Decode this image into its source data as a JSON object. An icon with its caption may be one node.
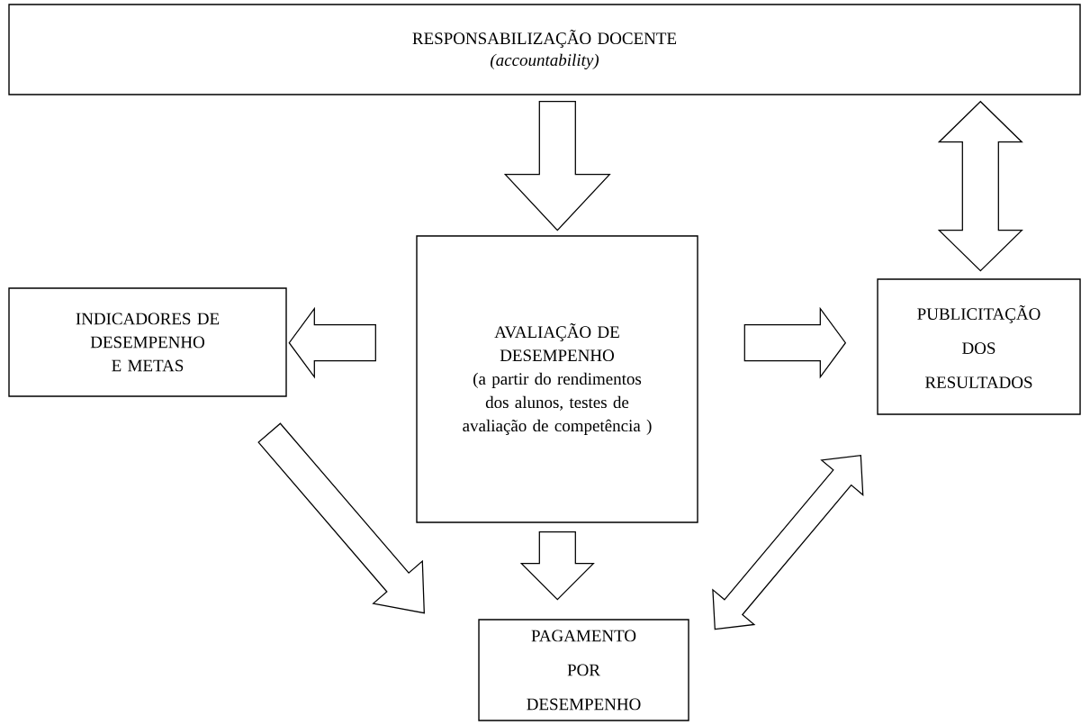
{
  "diagram": {
    "nodes": [
      {
        "text": [
          "RESPONSABILIZAÇÃO DOCENTE",
          "(accountability)"
        ]
      },
      {
        "text": [
          "AVALIAÇÃO DE DESEMPENHO",
          "(a partir do rendimentos dos alunos, testes de avaliação de competência )"
        ]
      },
      {
        "text": [
          "INDICADORES DE DESEMPENHO E METAS"
        ]
      },
      {
        "text": [
          "PUBLICITAÇÃO DOS RESULTADOS"
        ]
      },
      {
        "text": [
          "PAGAMENTO POR DESEMPENHO"
        ]
      }
    ],
    "edges": [
      {
        "from": 0,
        "to": 1,
        "arrow": "to"
      },
      {
        "from": 0,
        "to": 3,
        "arrow": "both"
      },
      {
        "from": 1,
        "to": 2,
        "arrow": "to"
      },
      {
        "from": 1,
        "to": 3,
        "arrow": "to"
      },
      {
        "from": 2,
        "to": 4,
        "arrow": "to"
      },
      {
        "from": 1,
        "to": 4,
        "arrow": "to"
      },
      {
        "from": 4,
        "to": 3,
        "arrow": "both"
      }
    ]
  }
}
